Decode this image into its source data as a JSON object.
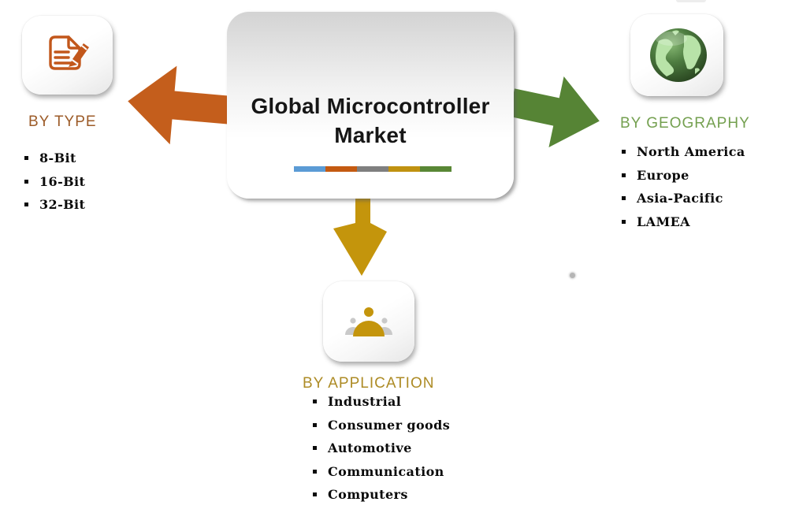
{
  "center": {
    "title": "Global Microcontroller Market",
    "bar_colors": [
      "#5B9BD5",
      "#C45A11",
      "#7F7F7F",
      "#C09210",
      "#598735"
    ]
  },
  "sections": {
    "type": {
      "label": "BY TYPE",
      "label_color": "#9C5B28",
      "arrow_color": "#C45E1C",
      "icon": "document-pencil-icon",
      "items": [
        "8-Bit",
        "16-Bit",
        "32-Bit"
      ]
    },
    "geography": {
      "label": "BY GEOGRAPHY",
      "label_color": "#74A050",
      "arrow_color": "#568435",
      "icon": "globe-icon",
      "items": [
        "North America",
        "Europe",
        "Asia-Pacific",
        "LAMEA"
      ]
    },
    "application": {
      "label": "BY APPLICATION",
      "label_color": "#AD8B25",
      "arrow_color": "#C4950C",
      "icon": "people-icon",
      "items": [
        "Industrial",
        "Consumer goods",
        "Automotive",
        "Communication",
        "Computers"
      ]
    }
  }
}
